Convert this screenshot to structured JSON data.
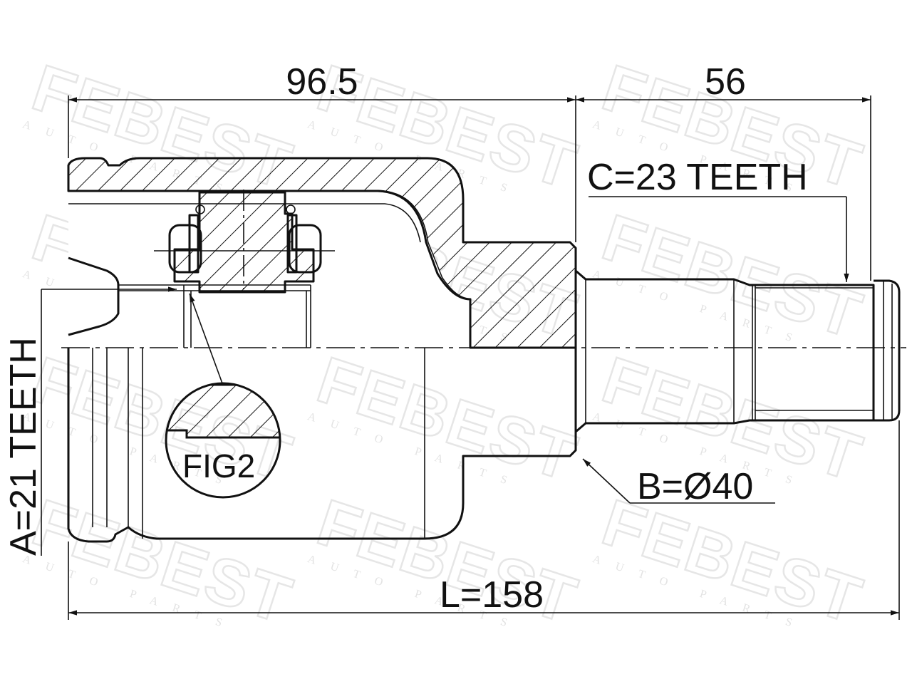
{
  "watermark": {
    "brand": "FEBEST",
    "sub": "AUTO PARTS"
  },
  "dimensions": {
    "top_left": "96.5",
    "top_right": "56",
    "spline_c": "C=23 TEETH",
    "diameter_b": "B=Ø40",
    "length_l": "L=158",
    "spline_a": "A=21 TEETH"
  },
  "detail": {
    "label": "FIG2"
  }
}
